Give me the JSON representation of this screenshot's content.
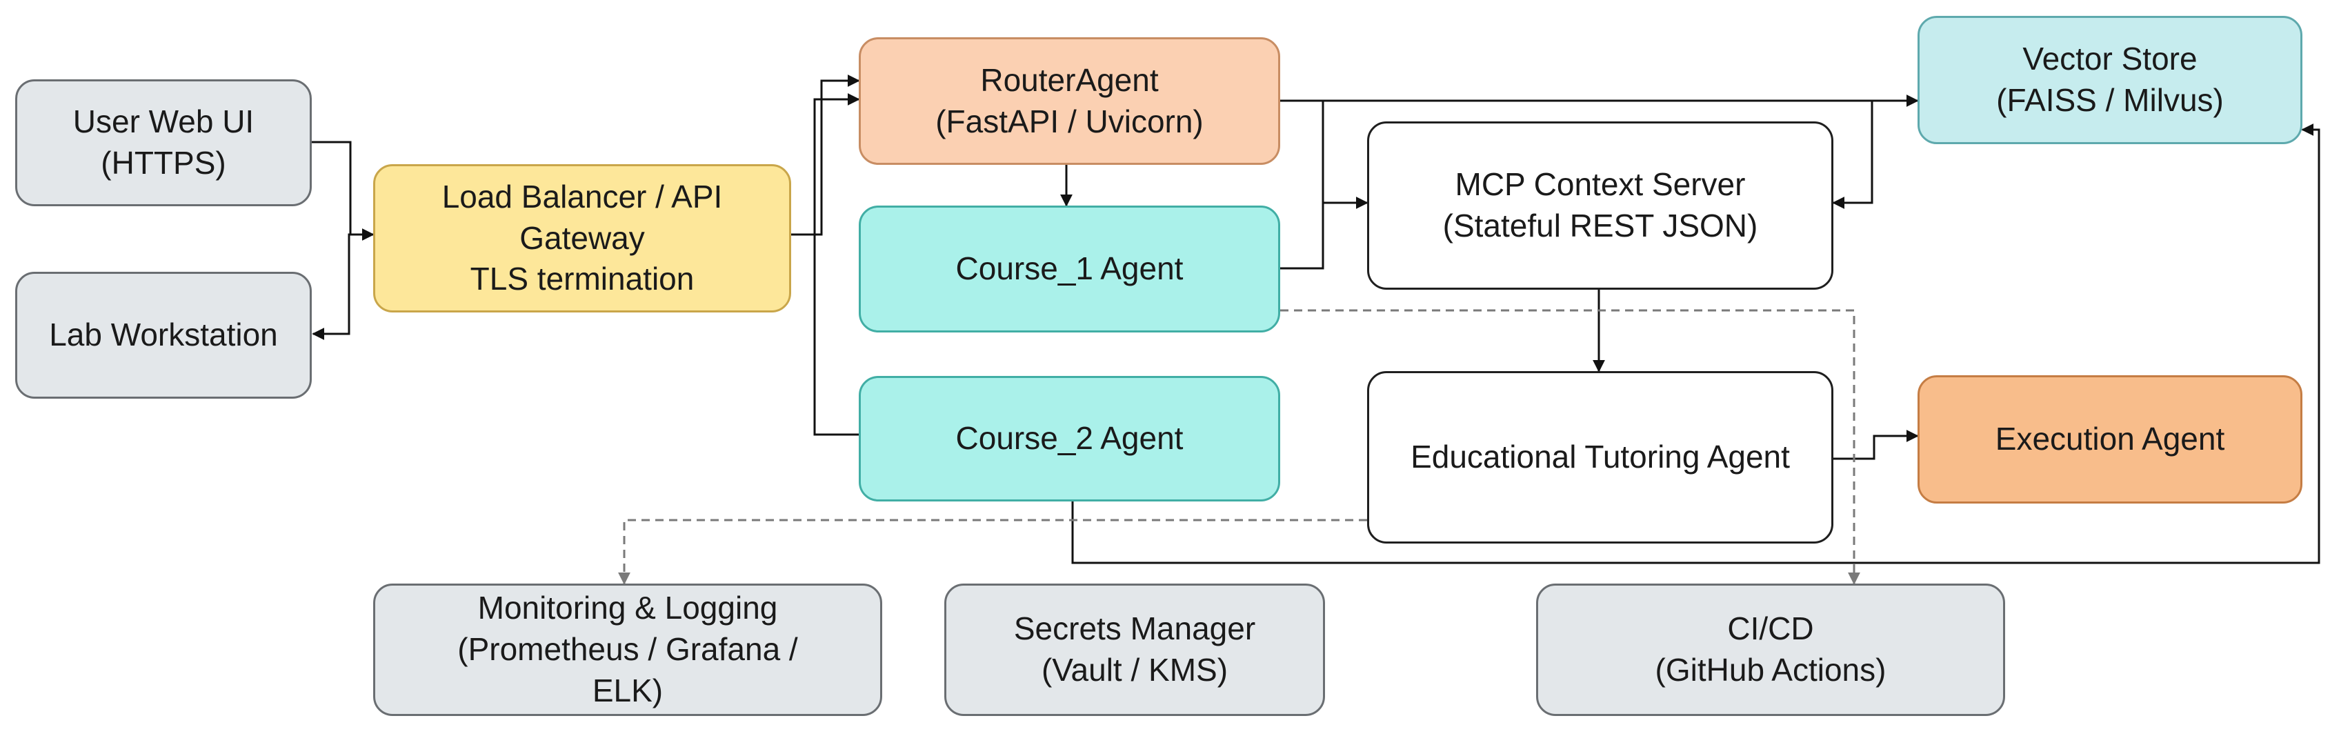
{
  "nodes": {
    "user_web_ui": {
      "label": "User Web UI\n(HTTPS)"
    },
    "lab_workstation": {
      "label": "Lab Workstation"
    },
    "load_balancer": {
      "label": "Load Balancer / API\nGateway\nTLS termination"
    },
    "router_agent": {
      "label": "RouterAgent\n(FastAPI / Uvicorn)"
    },
    "course1_agent": {
      "label": "Course_1 Agent"
    },
    "course2_agent": {
      "label": "Course_2 Agent"
    },
    "mcp_context_server": {
      "label": "MCP Context Server\n(Stateful REST JSON)"
    },
    "vector_store": {
      "label": "Vector Store\n(FAISS / Milvus)"
    },
    "tutoring_agent": {
      "label": "Educational Tutoring Agent"
    },
    "execution_agent": {
      "label": "Execution Agent"
    },
    "monitoring": {
      "label": "Monitoring & Logging\n(Prometheus / Grafana /\nELK)"
    },
    "secrets_manager": {
      "label": "Secrets Manager\n(Vault / KMS)"
    },
    "cicd": {
      "label": "CI/CD\n(GitHub Actions)"
    }
  },
  "colors": {
    "gray": "#e3e7ea",
    "yellow": "#fde79a",
    "peach": "#fbd0b2",
    "cyan": "#aaf1ea",
    "light_cyan": "#c6ecee",
    "white": "#ffffff",
    "orange": "#f8bd8b",
    "edge": "#111111",
    "dashed_edge": "#7a7a7a"
  },
  "edges": [
    {
      "from": "user_web_ui",
      "to": "load_balancer",
      "style": "solid"
    },
    {
      "from": "load_balancer",
      "to": "lab_workstation",
      "style": "solid"
    },
    {
      "from": "load_balancer",
      "to": "router_agent",
      "style": "solid"
    },
    {
      "from": "course2_agent",
      "to": "router_agent",
      "style": "solid"
    },
    {
      "from": "router_agent",
      "to": "course1_agent",
      "style": "solid"
    },
    {
      "from": "router_agent",
      "to": "mcp_context_server",
      "style": "solid"
    },
    {
      "from": "router_agent",
      "to": "vector_store",
      "style": "solid"
    },
    {
      "from": "course1_agent",
      "to": "mcp_context_server",
      "style": "solid"
    },
    {
      "from": "vector_store",
      "to": "mcp_context_server",
      "style": "solid"
    },
    {
      "from": "mcp_context_server",
      "to": "tutoring_agent",
      "style": "solid"
    },
    {
      "from": "tutoring_agent",
      "to": "execution_agent",
      "style": "solid"
    },
    {
      "from": "course2_agent",
      "to": "vector_store",
      "style": "solid"
    },
    {
      "from": "course1_agent",
      "to": "cicd",
      "style": "dashed"
    },
    {
      "from": "tutoring_agent",
      "to": "monitoring",
      "style": "dashed"
    }
  ]
}
